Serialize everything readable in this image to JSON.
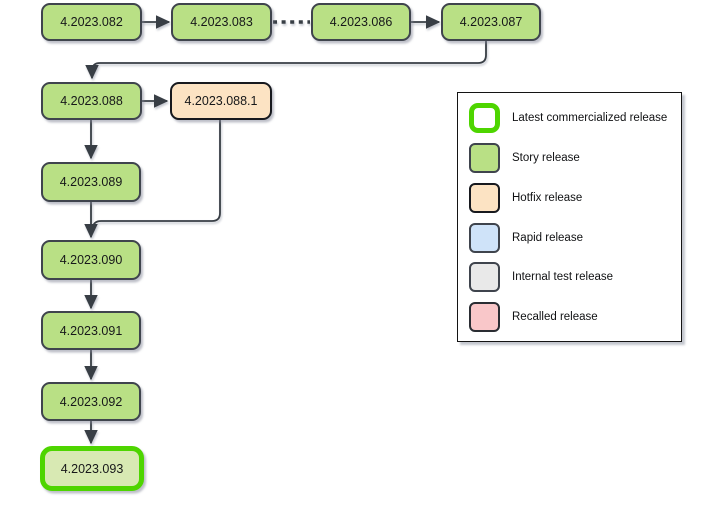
{
  "diagram": {
    "nodes": [
      {
        "label": "4.2023.082",
        "type": "story"
      },
      {
        "label": "4.2023.083",
        "type": "story"
      },
      {
        "label": "4.2023.086",
        "type": "story"
      },
      {
        "label": "4.2023.087",
        "type": "story"
      },
      {
        "label": "4.2023.088",
        "type": "story"
      },
      {
        "label": "4.2023.088.1",
        "type": "hotfix"
      },
      {
        "label": "4.2023.089",
        "type": "story"
      },
      {
        "label": "4.2023.090",
        "type": "story"
      },
      {
        "label": "4.2023.091",
        "type": "story"
      },
      {
        "label": "4.2023.092",
        "type": "story"
      },
      {
        "label": "4.2023.093",
        "type": "latest"
      }
    ],
    "edges": [
      {
        "from": "4.2023.082",
        "to": "4.2023.083",
        "style": "solid-arrow"
      },
      {
        "from": "4.2023.083",
        "to": "4.2023.086",
        "style": "dashed"
      },
      {
        "from": "4.2023.086",
        "to": "4.2023.087",
        "style": "solid-arrow"
      },
      {
        "from": "4.2023.087",
        "to": "4.2023.088",
        "style": "solid-arrow"
      },
      {
        "from": "4.2023.088",
        "to": "4.2023.088.1",
        "style": "solid-arrow"
      },
      {
        "from": "4.2023.088",
        "to": "4.2023.089",
        "style": "solid-arrow"
      },
      {
        "from": "4.2023.088.1",
        "to": "4.2023.090",
        "style": "solid-merge"
      },
      {
        "from": "4.2023.089",
        "to": "4.2023.090",
        "style": "solid-arrow"
      },
      {
        "from": "4.2023.090",
        "to": "4.2023.091",
        "style": "solid-arrow"
      },
      {
        "from": "4.2023.091",
        "to": "4.2023.092",
        "style": "solid-arrow"
      },
      {
        "from": "4.2023.092",
        "to": "4.2023.093",
        "style": "solid-arrow"
      }
    ]
  },
  "legend": {
    "items": [
      {
        "label": "Latest commercialized release",
        "type": "latest"
      },
      {
        "label": "Story release",
        "type": "story"
      },
      {
        "label": "Hotfix release",
        "type": "hotfix"
      },
      {
        "label": "Rapid release",
        "type": "rapid"
      },
      {
        "label": "Internal test release",
        "type": "internal"
      },
      {
        "label": "Recalled release",
        "type": "recalled"
      }
    ]
  },
  "colors": {
    "story_fill": "#b9e085",
    "hotfix_fill": "#fce3c3",
    "latest_fill": "#d8e9b3",
    "latest_border": "#4ed500",
    "rapid_fill": "#cfe3f9",
    "internal_fill": "#e9e9e9",
    "recalled_fill": "#f9c7c9",
    "node_border": "#3f444d",
    "connector": "#383e45"
  }
}
